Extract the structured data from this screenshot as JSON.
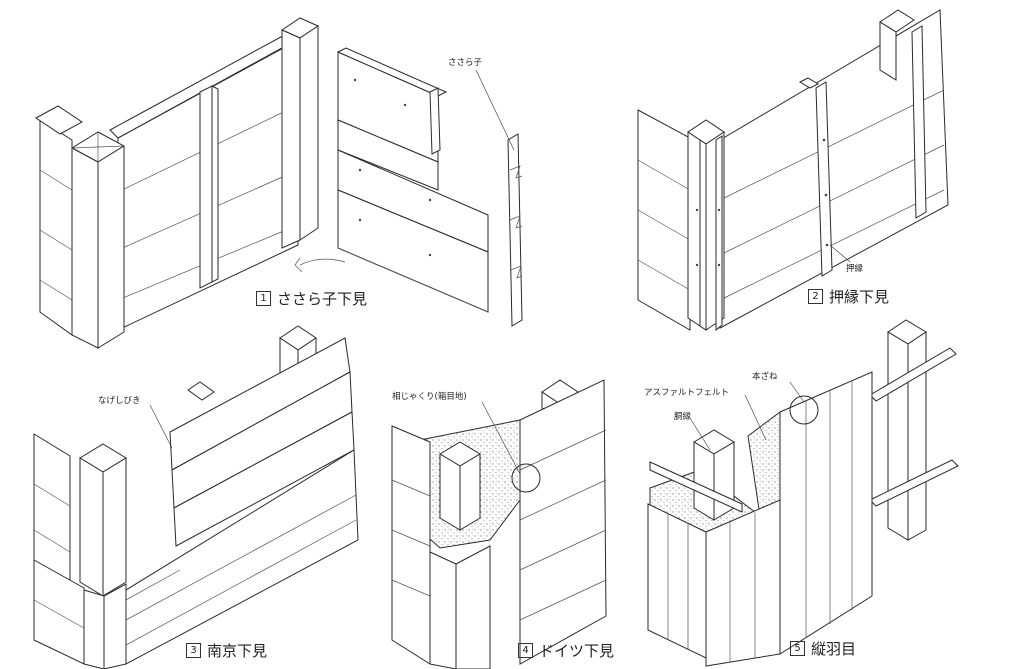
{
  "figures": [
    {
      "num": "1",
      "title": "ささら子下見",
      "labels": [
        "ささら子"
      ]
    },
    {
      "num": "2",
      "title": "押縁下見",
      "labels": [
        "押縁"
      ]
    },
    {
      "num": "3",
      "title": "南京下見",
      "labels": [
        "なげしびき"
      ]
    },
    {
      "num": "4",
      "title": "ドイツ下見",
      "labels": [
        "相じゃくり(箱目地)"
      ]
    },
    {
      "num": "5",
      "title": "縦羽目",
      "labels": [
        "本ざね",
        "アスファルトフェルト",
        "胴縁"
      ]
    }
  ]
}
